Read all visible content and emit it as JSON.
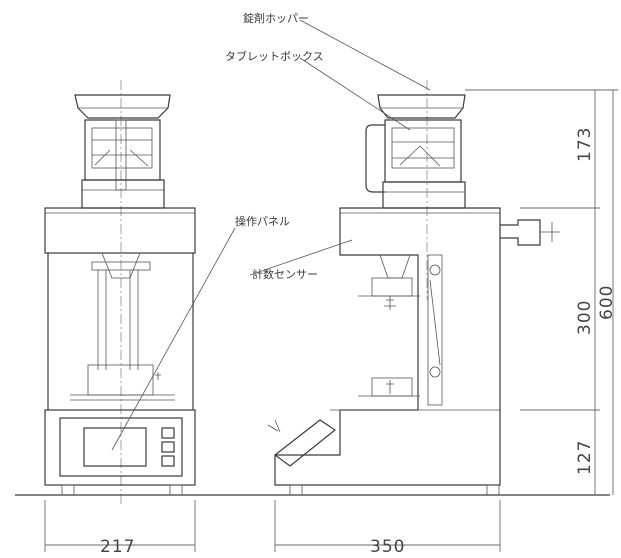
{
  "labels": {
    "hopper": "錠剤ホッパー",
    "tablet_box": "タブレットボックス",
    "control_panel": "操作パネル",
    "count_sensor": "計数センサー"
  },
  "dimensions": {
    "front_width": "217",
    "side_width": "350",
    "hopper_height": "173",
    "middle_height": "300",
    "base_height": "127",
    "total_height": "600"
  }
}
